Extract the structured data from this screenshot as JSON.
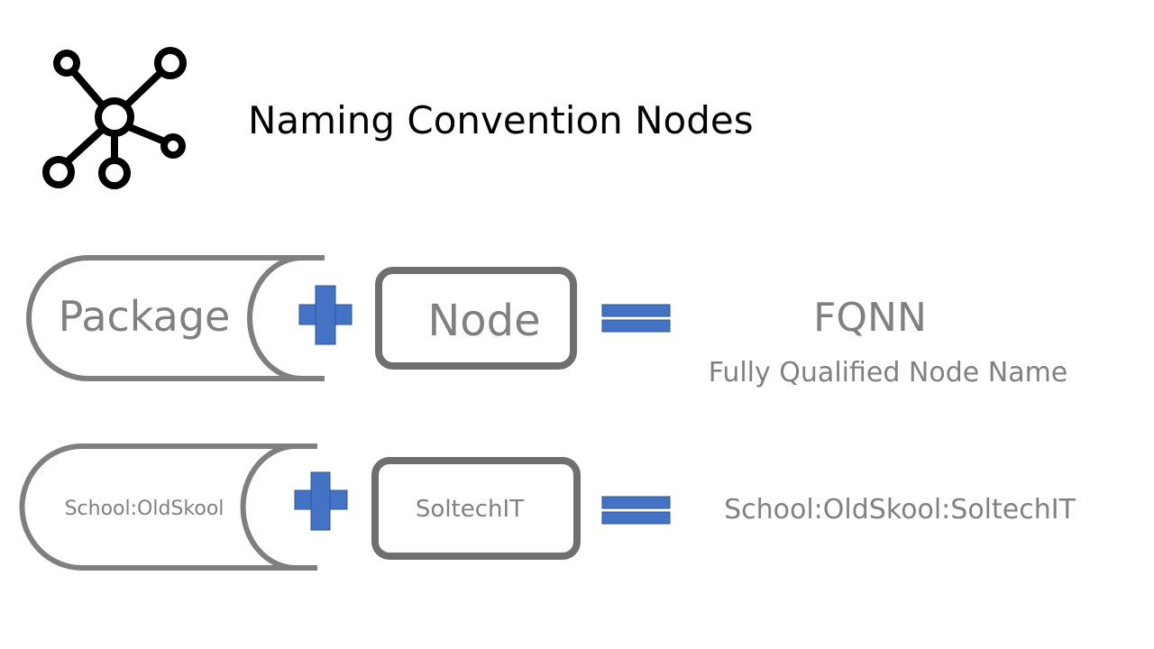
{
  "title": "Naming Convention Nodes",
  "icon": "network-nodes-icon",
  "colors": {
    "outline": "#7f7f7f",
    "box_outline": "#6f6f6f",
    "operator": "#4472c4",
    "text": "#808080",
    "title": "#000000"
  },
  "rows": [
    {
      "package_label": "Package",
      "node_label": "Node",
      "result_label": "FQNN",
      "result_caption": "Fully Qualified Node Name"
    },
    {
      "package_label": "School:OldSkool",
      "node_label": "SoltechIT",
      "result_label": "School:OldSkool:SoltechIT",
      "result_caption": ""
    }
  ]
}
